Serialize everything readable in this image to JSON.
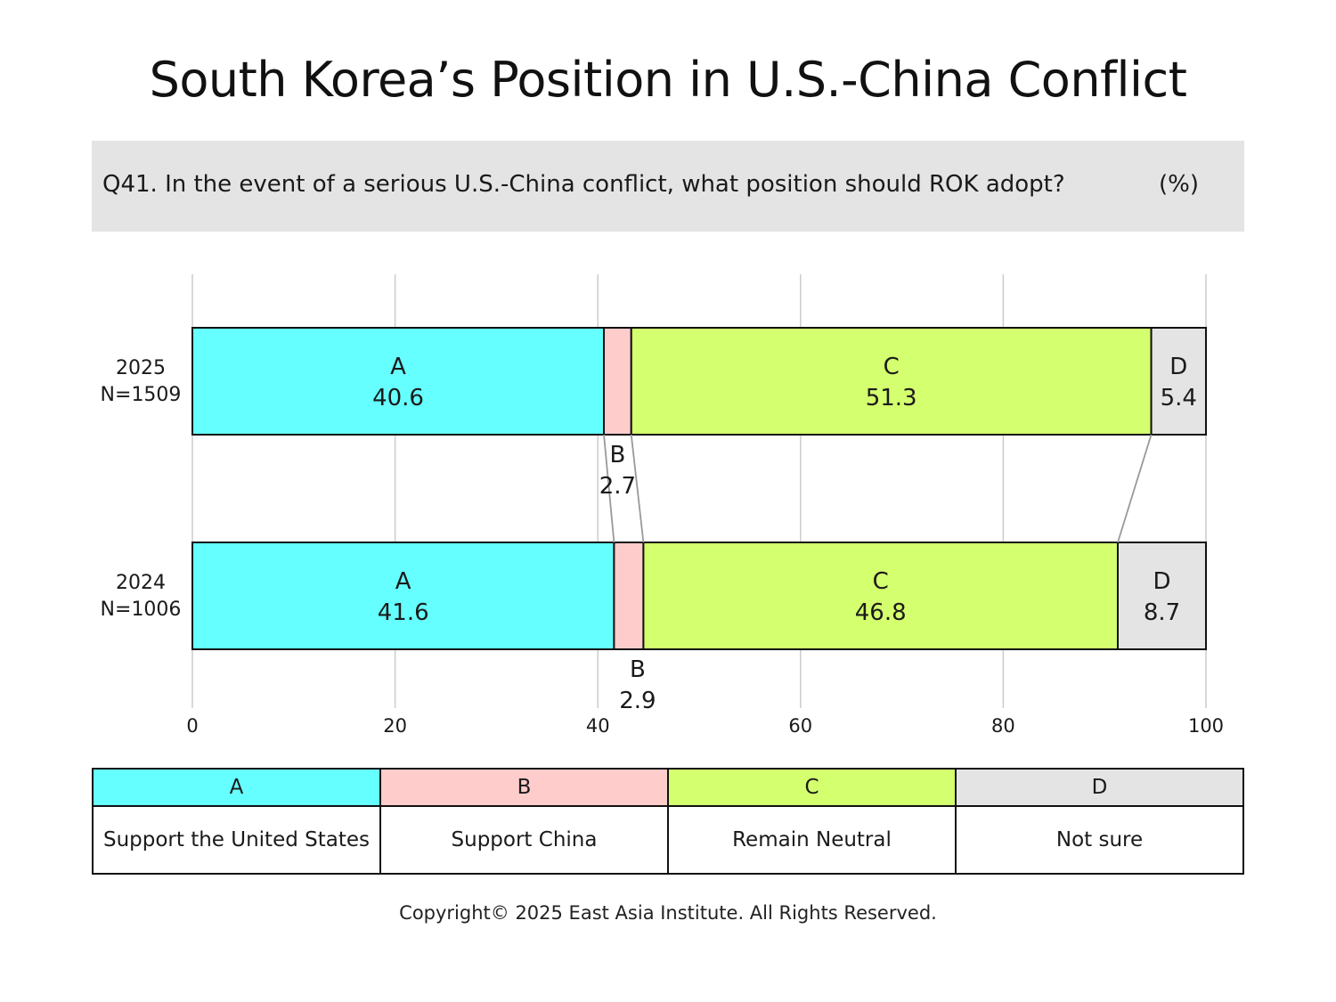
{
  "title": "South Korea’s Position in U.S.-China Conflict",
  "question": "Q41. In the event of a serious U.S.-China conflict, what position should ROK adopt?",
  "unit": "(%)",
  "chart_data": {
    "type": "bar",
    "orientation": "horizontal",
    "stacked": true,
    "xlim": [
      0,
      100
    ],
    "xticks": [
      0,
      20,
      40,
      60,
      80,
      100
    ],
    "grid": true,
    "categories": [
      {
        "year": "2025",
        "n": "N=1509"
      },
      {
        "year": "2024",
        "n": "N=1006"
      }
    ],
    "series": [
      {
        "key": "A",
        "color": "#66ffff",
        "values": [
          40.6,
          41.6
        ],
        "labels": [
          "40.6",
          "41.6"
        ]
      },
      {
        "key": "B",
        "color": "#ffcccc",
        "values": [
          2.7,
          2.9
        ],
        "labels": [
          "2.7",
          "2.9"
        ]
      },
      {
        "key": "C",
        "color": "#d4ff6e",
        "values": [
          51.3,
          46.8
        ],
        "labels": [
          "51.3",
          "46.8"
        ]
      },
      {
        "key": "D",
        "color": "#e5e4e4",
        "values": [
          5.4,
          8.7
        ],
        "labels": [
          "5.4",
          "8.7"
        ]
      }
    ]
  },
  "legend": [
    {
      "key": "A",
      "label": "Support the United States",
      "color": "#66ffff"
    },
    {
      "key": "B",
      "label": "Support China",
      "color": "#ffcccc"
    },
    {
      "key": "C",
      "label": "Remain Neutral",
      "color": "#d4ff6e"
    },
    {
      "key": "D",
      "label": "Not sure",
      "color": "#e5e4e4"
    }
  ],
  "copyright": "Copyright© 2025 East Asia Institute. All Rights Reserved."
}
